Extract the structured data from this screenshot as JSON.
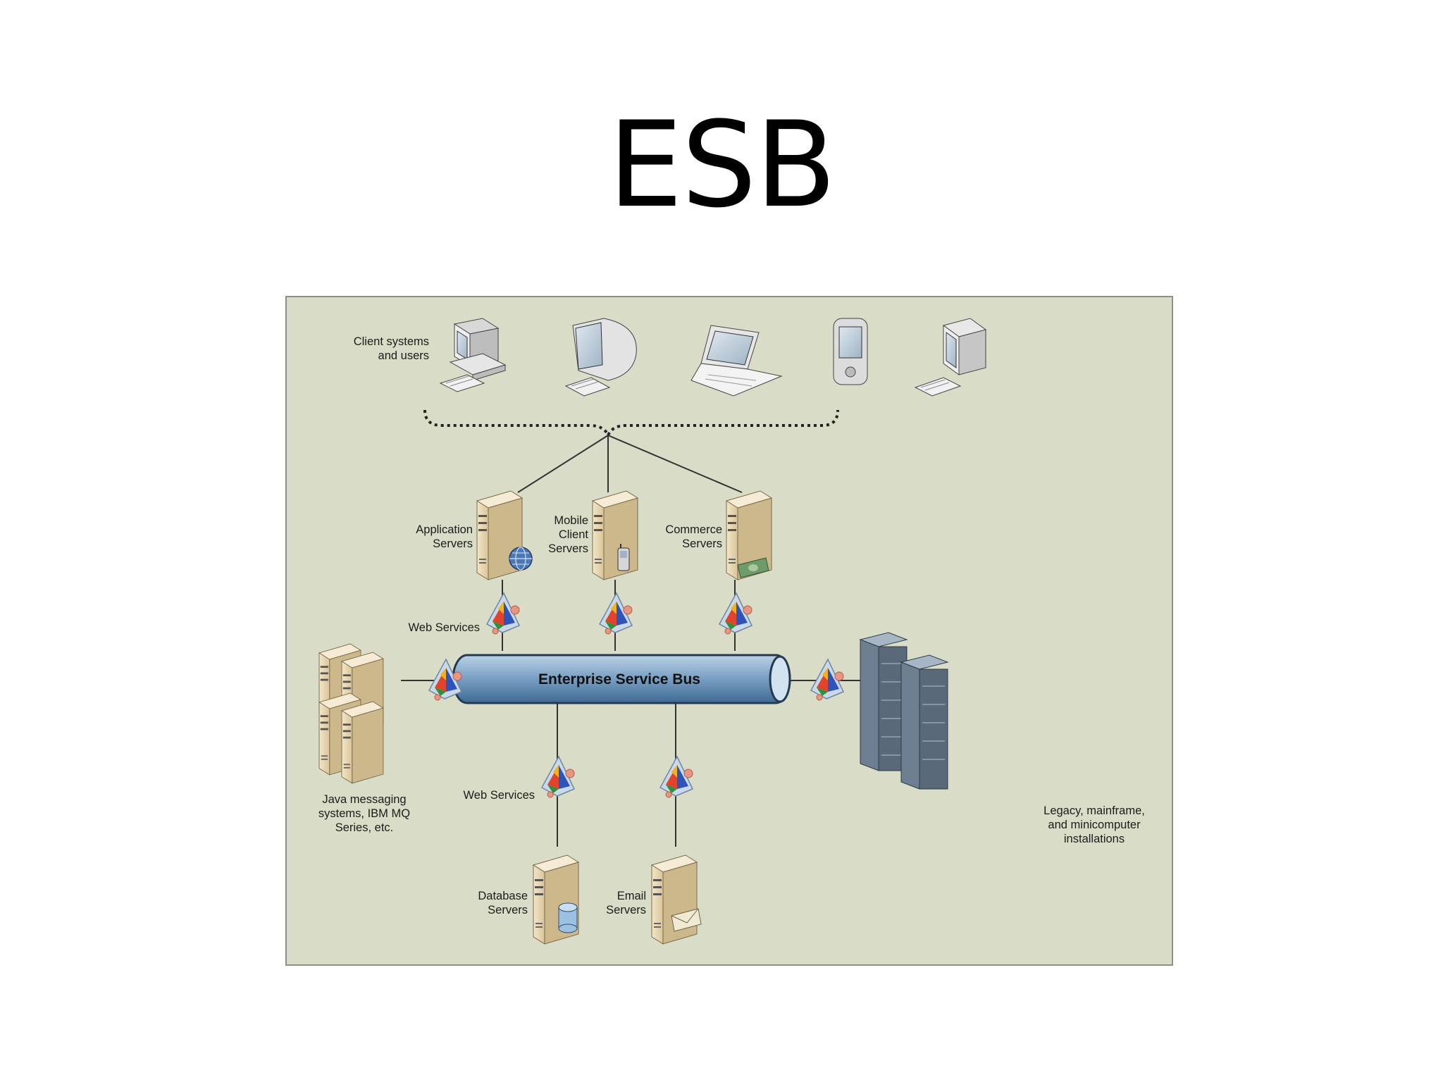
{
  "slide": {
    "title": "ESB"
  },
  "diagram": {
    "clients_label": [
      "Client systems",
      "and users"
    ],
    "bus_label": "Enterprise Service Bus",
    "web_services_label": "Web Services",
    "app_servers_label": [
      "Application",
      "Servers"
    ],
    "mobile_servers_label": [
      "Mobile",
      "Client",
      "Servers"
    ],
    "commerce_servers_label": [
      "Commerce",
      "Servers"
    ],
    "java_label": [
      "Java messaging",
      "systems, IBM MQ",
      "Series, etc."
    ],
    "legacy_label": [
      "Legacy, mainframe,",
      "and minicomputer",
      "installations"
    ],
    "database_label": [
      "Database",
      "Servers"
    ],
    "email_label": [
      "Email",
      "Servers"
    ]
  },
  "icons": {
    "clients": [
      "desktop-computer-icon",
      "crt-monitor-icon",
      "laptop-icon",
      "pda-icon",
      "terminal-icon"
    ],
    "servers": [
      "server-tower-icon",
      "globe-icon",
      "cell-phone-icon",
      "money-icon",
      "database-cylinder-icon",
      "envelope-icon",
      "server-rack-icon"
    ],
    "service": "web-service-prism-icon"
  },
  "colors": {
    "background": "#d9dcc6",
    "bus": "#7da3c6",
    "server": "#e8d6b0",
    "rack": "#5d6f80",
    "line": "#333333"
  }
}
